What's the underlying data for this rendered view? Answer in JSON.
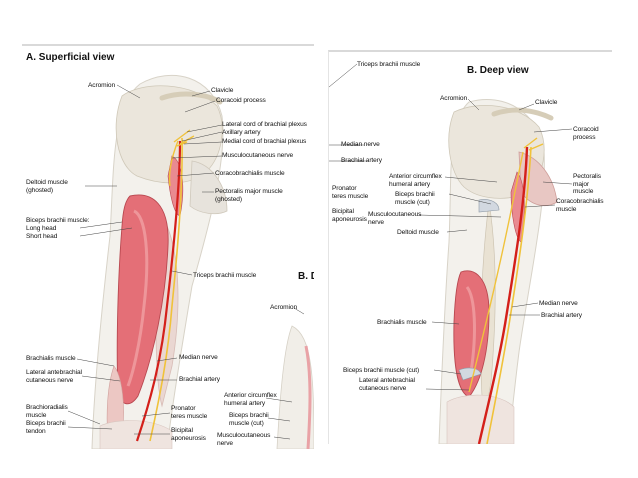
{
  "panels": {
    "superficial": {
      "title": "A. Superficial view",
      "labels": {
        "acromion": "Acromion",
        "clavicle": "Clavicle",
        "coracoid_process": "Coracoid process",
        "lateral_cord": "Lateral cord of brachial plexus",
        "axillary_artery": "Axillary artery",
        "medial_cord": "Medial cord of brachial plexus",
        "musculocutaneous_nerve": "Musculocutaneous nerve",
        "deltoid_ghosted": "Deltoid muscle\n(ghosted)",
        "coracobrachialis": "Coracobrachialis muscle",
        "pectoralis_ghosted": "Pectoralis major muscle\n(ghosted)",
        "biceps_brachii": "Biceps brachii muscle:",
        "long_head": "Long head",
        "short_head": "Short head",
        "triceps_brachii": "Triceps brachii muscle",
        "brachialis": "Brachialis muscle",
        "median_nerve": "Median nerve",
        "lateral_antebrachial": "Lateral antebrachial\ncutaneous nerve",
        "brachial_artery": "Brachial artery",
        "brachioradialis": "Brachioradialis\nmuscle",
        "biceps_tendon": "Biceps brachii\ntendon",
        "pronator_teres": "Pronator\nteres muscle",
        "bicipital_aponeurosis": "Bicipital\naponeurosis"
      },
      "inset": {
        "title": "B. D",
        "labels": {
          "acromion": "Acromion",
          "anterior_circumflex": "Anterior circumflex\nhumeral artery",
          "biceps_cut": "Biceps brachii\nmuscle (cut)",
          "musculocutaneous": "Musculocutaneous\nnerve"
        }
      }
    },
    "deep": {
      "title": "B. Deep view",
      "labels": {
        "triceps_brachii": "Triceps brachii muscle",
        "acromion": "Acromion",
        "clavicle": "Clavicle",
        "coracoid_process": "Coracoid\nprocess",
        "median_nerve_top": "Median nerve",
        "brachial_artery_top": "Brachial artery",
        "pronator_teres": "Pronator\nteres muscle",
        "bicipital_aponeurosis": "Bicipital\naponeurosis",
        "anterior_circumflex": "Anterior circumflex\nhumeral artery",
        "biceps_cut_upper": "Biceps brachii\nmuscle (cut)",
        "musculocutaneous": "Musculocutaneous\nnerve",
        "deltoid": "Deltoid muscle",
        "pectoralis_major": "Pectoralis\nmajor\nmuscle",
        "coracobrachialis": "Coracobrachialis\nmuscle",
        "median_nerve": "Median nerve",
        "brachial_artery": "Brachial artery",
        "brachialis": "Brachialis muscle",
        "biceps_cut_lower": "Biceps brachii muscle (cut)",
        "lateral_antebrachial": "Lateral antebrachial\ncutaneous nerve"
      }
    }
  },
  "colors": {
    "muscle": "#e5737a",
    "muscle_light": "#f2b7ba",
    "bone": "#ece4d4",
    "artery": "#d41f1a",
    "nerve": "#f0c23a",
    "skin": "#efece6"
  }
}
